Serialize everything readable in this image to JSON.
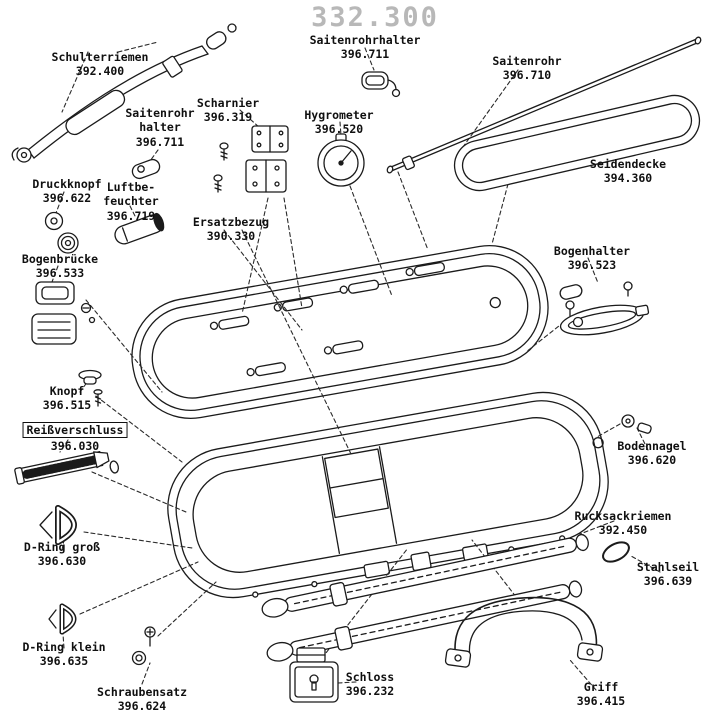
{
  "title": "332.300",
  "colors": {
    "line": "#1b1b1b",
    "label": "#101010",
    "title": "#b8b8b8",
    "background": "#ffffff"
  },
  "parts": [
    {
      "id": "schulterriemen",
      "label": "Schulterriemen",
      "number": "392.400"
    },
    {
      "id": "saitenrohrhalter-top",
      "label": "Saitenrohrhalter",
      "number": "396.711"
    },
    {
      "id": "saitenrohr",
      "label": "Saitenrohr",
      "number": "396.710"
    },
    {
      "id": "scharnier",
      "label": "Scharnier",
      "number": "396.319"
    },
    {
      "id": "hygrometer",
      "label": "Hygrometer",
      "number": "396.520"
    },
    {
      "id": "saitenrohr-halter",
      "label": "Saitenrohr\nhalter",
      "number": "396.711"
    },
    {
      "id": "seidendecke",
      "label": "Seidendecke",
      "number": "394.360"
    },
    {
      "id": "druckknopf",
      "label": "Druckknopf",
      "number": "396.622"
    },
    {
      "id": "luftbefeuchter",
      "label": "Luftbe-\nfeuchter",
      "number": "396.719"
    },
    {
      "id": "ersatzbezug",
      "label": "Ersatzbezug",
      "number": "390.330"
    },
    {
      "id": "bogenbruecke",
      "label": "Bogenbrücke",
      "number": "396.533"
    },
    {
      "id": "bogenhalter",
      "label": "Bogenhalter",
      "number": "396.523"
    },
    {
      "id": "knopf",
      "label": "Knopf",
      "number": "396.515"
    },
    {
      "id": "reissverschluss",
      "label": "Reißverschluss",
      "number": "396.030"
    },
    {
      "id": "bodennagel",
      "label": "Bodennagel",
      "number": "396.620"
    },
    {
      "id": "d-ring-gross",
      "label": "D-Ring groß",
      "number": "396.630"
    },
    {
      "id": "rucksackriemen",
      "label": "Rucksackriemen",
      "number": "392.450"
    },
    {
      "id": "stahlseil",
      "label": "Stahlseil",
      "number": "396.639"
    },
    {
      "id": "d-ring-klein",
      "label": "D-Ring klein",
      "number": "396.635"
    },
    {
      "id": "schraubensatz",
      "label": "Schraubensatz",
      "number": "396.624"
    },
    {
      "id": "schloss",
      "label": "Schloss",
      "number": "396.232"
    },
    {
      "id": "griff",
      "label": "Griff",
      "number": "396.415"
    }
  ]
}
